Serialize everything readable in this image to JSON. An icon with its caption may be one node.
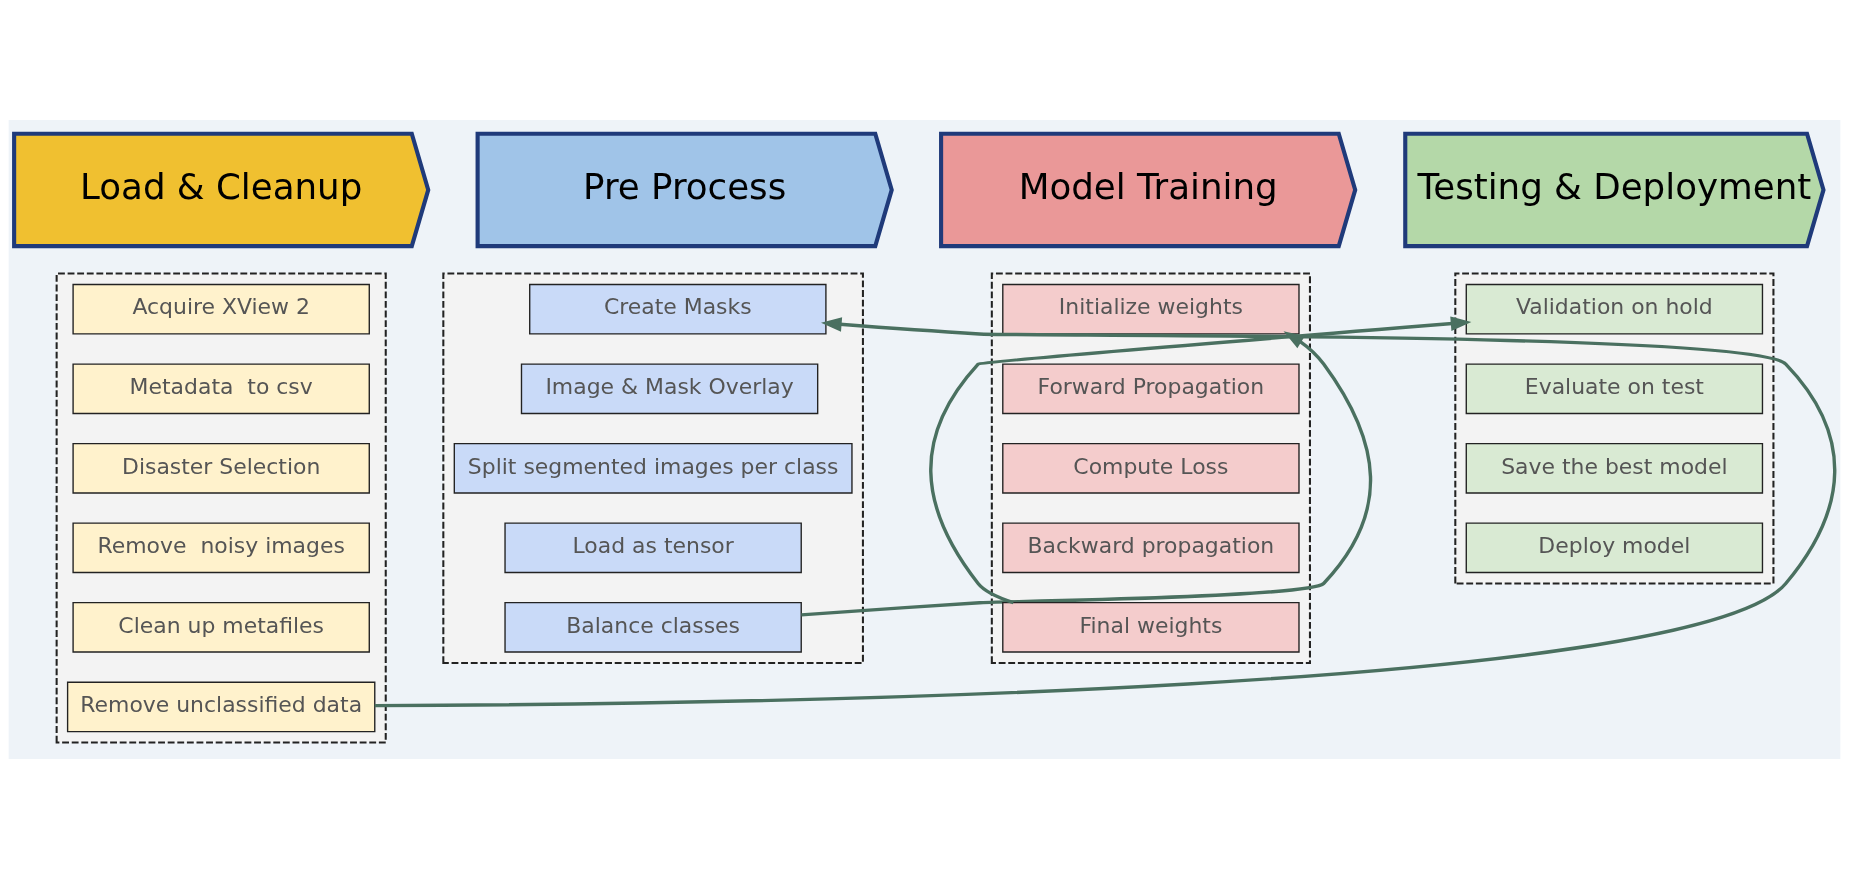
{
  "diagram": {
    "nodes": [
      {
        "text": [
          "Load & Cleanup"
        ]
      },
      {
        "text": [
          "Pre Process"
        ]
      },
      {
        "text": [
          "Model Training"
        ]
      },
      {
        "text": [
          "Testing & Deployment"
        ]
      },
      {
        "text": [],
        "shape": "box"
      },
      {
        "text": [
          "Acquire XView 2"
        ],
        "in": 4
      },
      {
        "text": [
          "Metadata  to csv"
        ],
        "in": 4
      },
      {
        "text": [
          "Disaster Selection"
        ],
        "in": 4
      },
      {
        "text": [
          "Remove  noisy images"
        ],
        "in": 4
      },
      {
        "text": [
          "Clean up metafiles"
        ],
        "in": 4
      },
      {
        "text": [
          "Remove unclassified data"
        ],
        "in": 4
      },
      {
        "text": [],
        "shape": "box"
      },
      {
        "text": [
          "Create Masks"
        ],
        "in": 11
      },
      {
        "text": [
          "Image & Mask Overlay"
        ],
        "in": 11
      },
      {
        "text": [
          "Split segmented images per class"
        ],
        "in": 11
      },
      {
        "text": [
          "Load as tensor"
        ],
        "in": 11
      },
      {
        "text": [
          "Balance classes"
        ],
        "in": 11
      },
      {
        "text": [],
        "shape": "box"
      },
      {
        "text": [
          "Initialize weights"
        ],
        "in": 17
      },
      {
        "text": [
          "Forward Propagation"
        ],
        "in": 17
      },
      {
        "text": [
          "Compute Loss"
        ],
        "in": 17
      },
      {
        "text": [
          "Backward propagation"
        ],
        "in": 17
      },
      {
        "text": [
          "Final weights"
        ],
        "in": 17
      },
      {
        "text": [],
        "shape": "box"
      },
      {
        "text": [
          "Validation on hold"
        ],
        "in": 23
      },
      {
        "text": [
          "Evaluate on test"
        ],
        "in": 23
      },
      {
        "text": [
          "Save the best model"
        ],
        "in": 23
      },
      {
        "text": [
          "Deploy model"
        ],
        "in": 23
      }
    ],
    "edges": [
      {
        "from": 10,
        "to": 12,
        "arrow": "to"
      },
      {
        "from": 16,
        "to": 18,
        "arrow": "to"
      },
      {
        "from": 22,
        "to": 24,
        "arrow": "to"
      }
    ]
  }
}
